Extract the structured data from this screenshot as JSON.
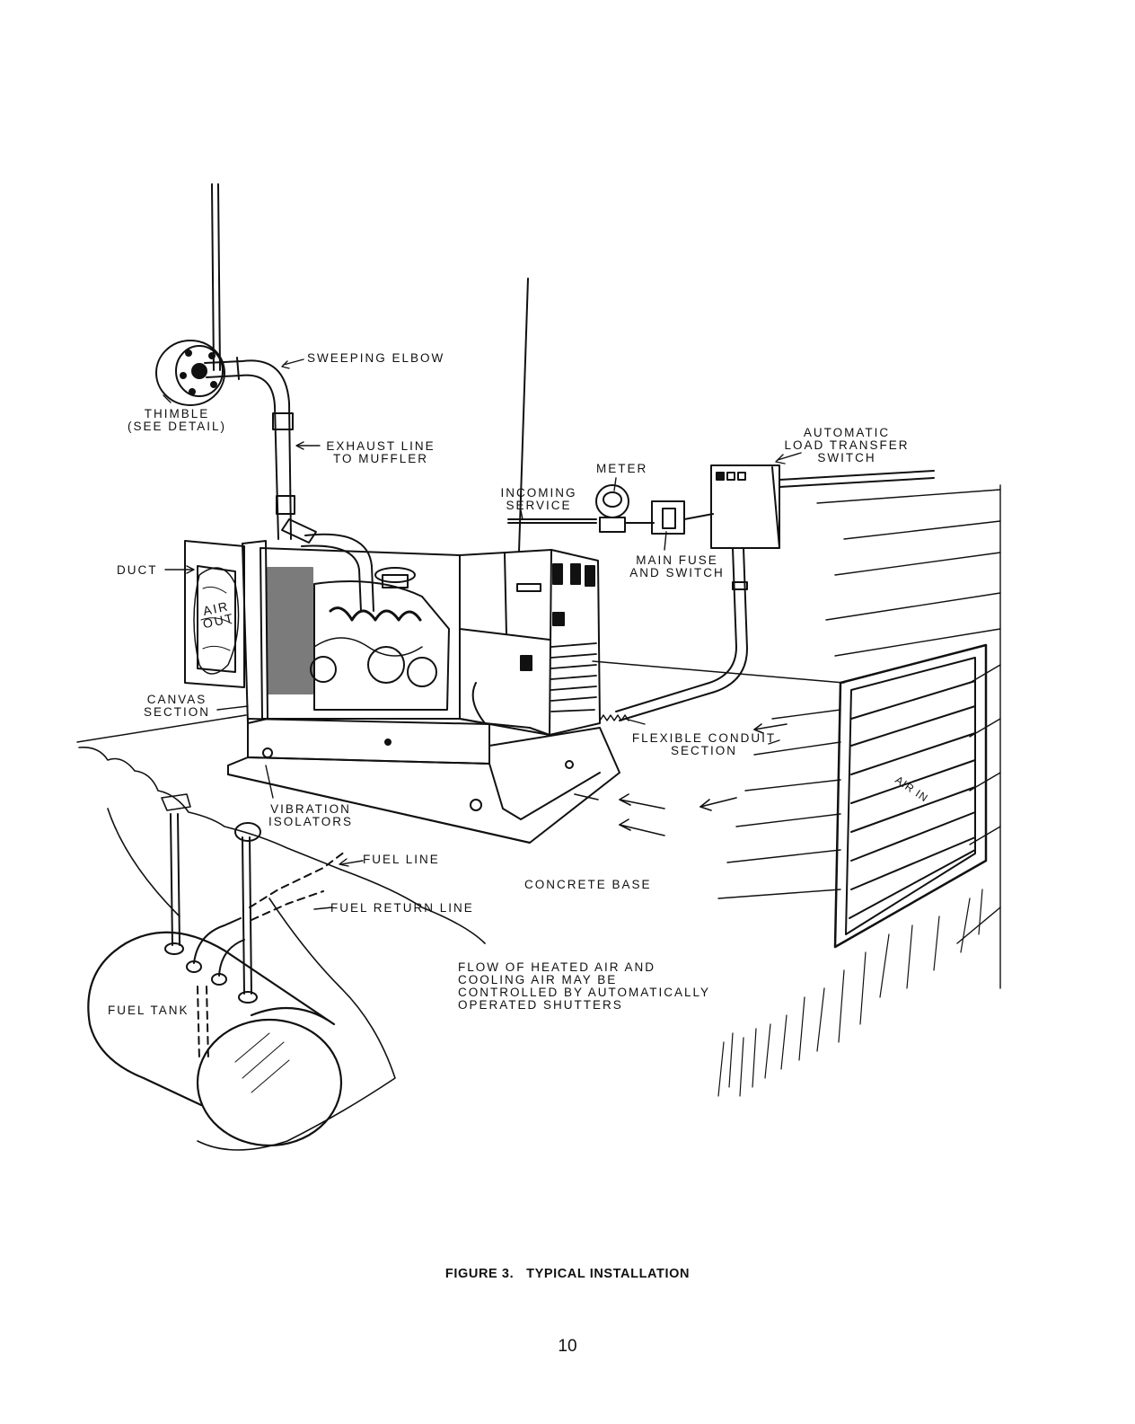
{
  "labels": {
    "sweeping_elbow": "SWEEPING ELBOW",
    "thimble": [
      "THIMBLE",
      "(SEE DETAIL)"
    ],
    "exhaust_line": [
      "EXHAUST LINE",
      "TO MUFFLER"
    ],
    "meter": "METER",
    "incoming_service": [
      "INCOMING",
      "SERVICE"
    ],
    "automatic_switch": [
      "AUTOMATIC",
      "LOAD TRANSFER",
      "SWITCH"
    ],
    "main_fuse": [
      "MAIN FUSE",
      "AND SWITCH"
    ],
    "duct": "DUCT",
    "air_out": [
      "AIR",
      "OUT"
    ],
    "canvas_section": [
      "CANVAS",
      "SECTION"
    ],
    "flexible_conduit": [
      "FLEXIBLE CONDUIT",
      "SECTION"
    ],
    "vibration_isolators": [
      "VIBRATION",
      "ISOLATORS"
    ],
    "air_in": "AIR IN",
    "fuel_line": "FUEL LINE",
    "concrete_base": "CONCRETE BASE",
    "fuel_return_line": "FUEL RETURN LINE",
    "flow_note": [
      "FLOW OF HEATED AIR AND",
      "COOLING AIR MAY BE",
      "CONTROLLED BY AUTOMATICALLY",
      "OPERATED SHUTTERS"
    ],
    "fuel_tank": "FUEL TANK"
  },
  "caption": "FIGURE 3.   TYPICAL INSTALLATION",
  "page_number": "10"
}
